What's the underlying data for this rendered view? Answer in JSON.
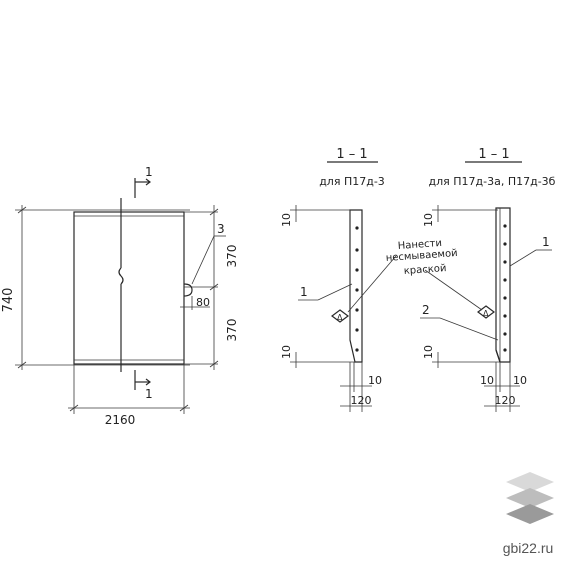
{
  "plan": {
    "section_mark": "1",
    "width_dim": "2160",
    "height_dim": "740",
    "upper_dim": "370",
    "lower_dim": "370",
    "gap_dim": "80",
    "callout": "3"
  },
  "section_a": {
    "title": "1 – 1",
    "subtitle": "для П17д-3",
    "top_dim": "10",
    "bottom_dim": "10",
    "base_dim": "120",
    "edge_dim": "10",
    "callout": "1",
    "marker": "Δ"
  },
  "section_b": {
    "title": "1 – 1",
    "subtitle": "для П17д-3а, П17д-3б",
    "top_dim": "10",
    "bottom_dim": "10",
    "base_dim": "120",
    "edge_left_dim": "10",
    "edge_right_dim": "10",
    "callout_1": "1",
    "callout_2": "2",
    "marker": "Δ"
  },
  "note": {
    "line1": "Нанести",
    "line2": "несмываемой",
    "line3": "краской"
  },
  "watermark": {
    "text": "gbi22.ru",
    "colors": [
      "#d9d9d9",
      "#bdbdbd",
      "#9a9a9a"
    ]
  }
}
